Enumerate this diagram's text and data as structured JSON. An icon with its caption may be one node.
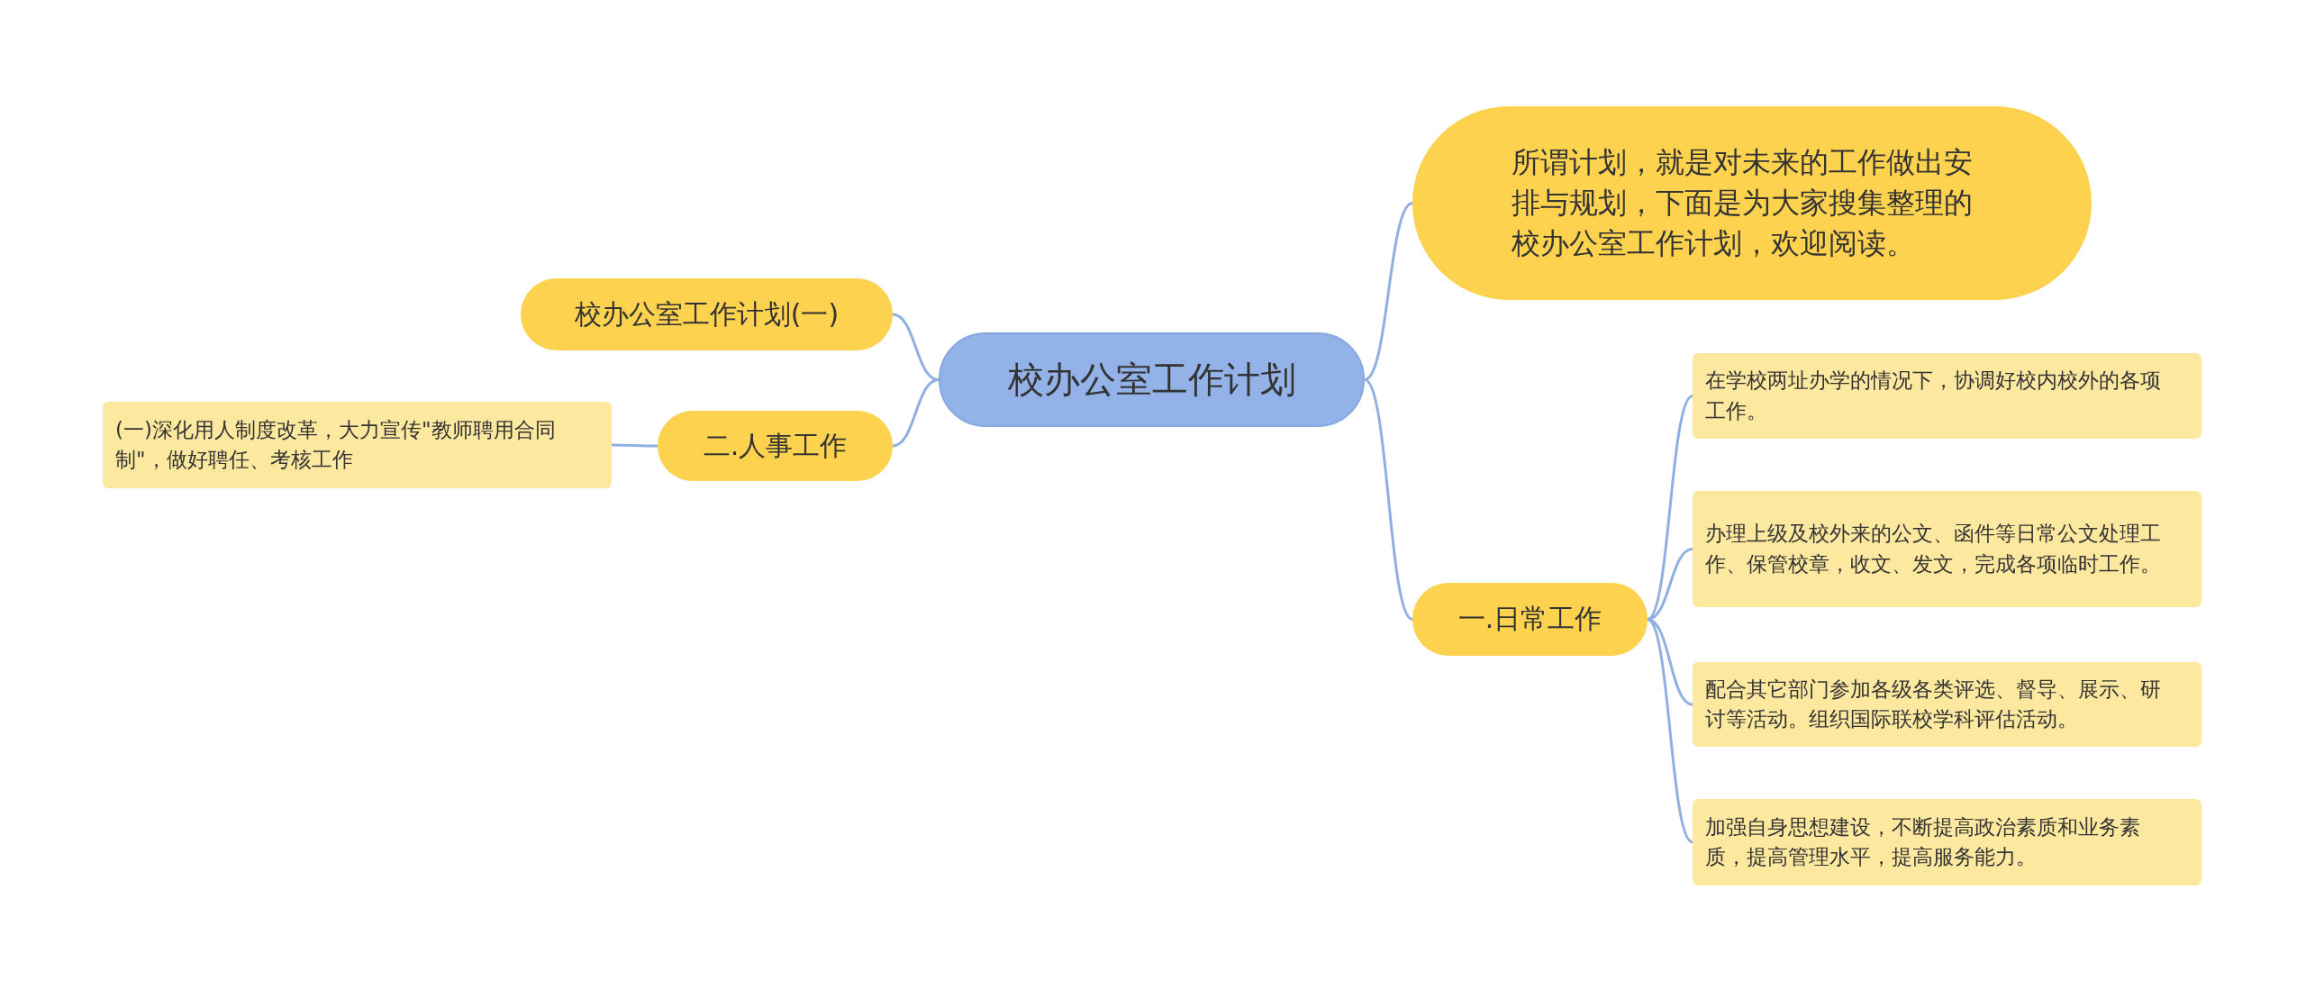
{
  "diagram": {
    "nodes": [
      {
        "text": [
          "校办公室工作计划"
        ]
      },
      {
        "text": [
          "所谓计划，就是对未来的工作做出安排与规划，下面是为大家搜集整理的校办公室工作计划，欢迎阅读。"
        ]
      },
      {
        "text": [
          "校办公室工作计划(一)"
        ]
      },
      {
        "text": [
          "二.人事工作"
        ]
      },
      {
        "text": [
          "(一)深化用人制度改革，大力宣传\"教师聘用合同制\"，做好聘任、考核工作"
        ]
      },
      {
        "text": [
          "一.日常工作"
        ]
      },
      {
        "text": [
          "在学校两址办学的情况下，协调好校内校外的各项工作。"
        ]
      },
      {
        "text": [
          "办理上级及校外来的公文、函件等日常公文处理工作、保管校章，收文、发文，完成各项临时工作。"
        ]
      },
      {
        "text": [
          "配合其它部门参加各级各类评选、督导、展示、研讨等活动。组织国际联校学科评估活动。"
        ]
      },
      {
        "text": [
          "加强自身思想建设，不断提高政治素质和业务素质，提高管理水平，提高服务能力。"
        ]
      }
    ],
    "edges": [
      {
        "from": 0,
        "to": 1,
        "arrow": "none"
      },
      {
        "from": 0,
        "to": 2,
        "arrow": "none"
      },
      {
        "from": 0,
        "to": 3,
        "arrow": "none"
      },
      {
        "from": 3,
        "to": 4,
        "arrow": "none"
      },
      {
        "from": 0,
        "to": 5,
        "arrow": "none"
      },
      {
        "from": 5,
        "to": 6,
        "arrow": "none"
      },
      {
        "from": 5,
        "to": 7,
        "arrow": "none"
      },
      {
        "from": 5,
        "to": 8,
        "arrow": "none"
      },
      {
        "from": 5,
        "to": 9,
        "arrow": "none"
      }
    ]
  }
}
